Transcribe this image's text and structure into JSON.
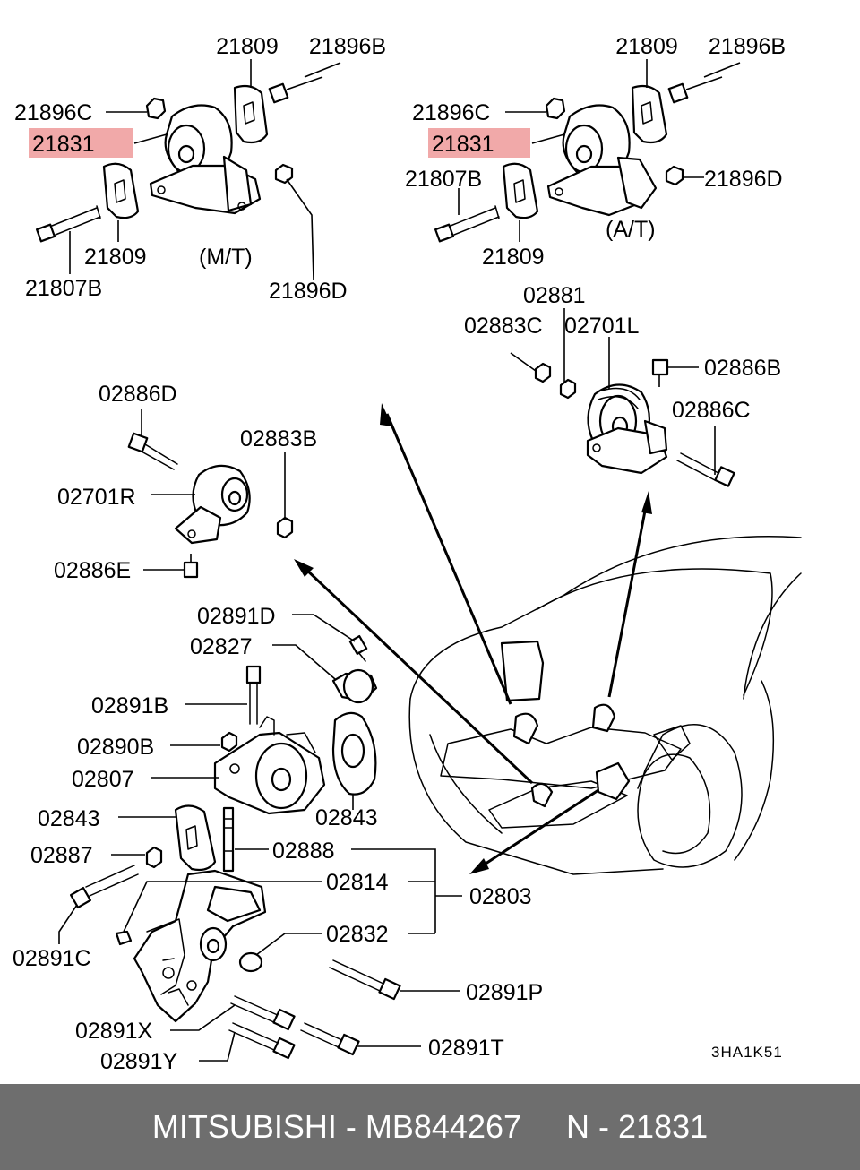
{
  "labels": {
    "mt": {
      "washer_top": "21809",
      "bolt_top": "21896B",
      "nut_c": "21896C",
      "insulator": "21831",
      "washer_bottom": "21809",
      "bolt": "21807B",
      "note": "(M/T)",
      "nut_d": "21896D"
    },
    "at": {
      "washer_top": "21809",
      "bolt_top": "21896B",
      "nut_c": "21896C",
      "insulator": "21831",
      "bolt": "21807B",
      "nut_d": "21896D",
      "washer_bottom": "21809",
      "note": "(A/T)"
    },
    "mid_right": {
      "nut_a": "02881",
      "nut_c": "02883C",
      "mount_l": "02701L",
      "bolt_b": "02886B",
      "bolt_c": "02886C"
    },
    "mid_left": {
      "bolt_d": "02886D",
      "nut_b": "02883B",
      "mount_r": "02701R",
      "bolt_e": "02886E"
    },
    "lower": {
      "bolt_d": "02891D",
      "stopper": "02827",
      "bolt_b": "02891B",
      "nut_b": "02890B",
      "mount": "02807",
      "stopper_plate": "02843",
      "washer": "02843",
      "nut": "02887",
      "stud": "02888",
      "bracket": "02814",
      "assembly": "02803",
      "bolt_c": "02891C",
      "cap": "02832",
      "bolt_p": "02891P",
      "bolt_x": "02891X",
      "bolt_t": "02891T",
      "bolt_y": "02891Y"
    },
    "drawing_code": "3HA1K51"
  },
  "highlight_color": "#f0a0a0",
  "footer": {
    "brand": "MITSUBISHI",
    "part_number": "MB844267",
    "ref": "N - 21831"
  }
}
